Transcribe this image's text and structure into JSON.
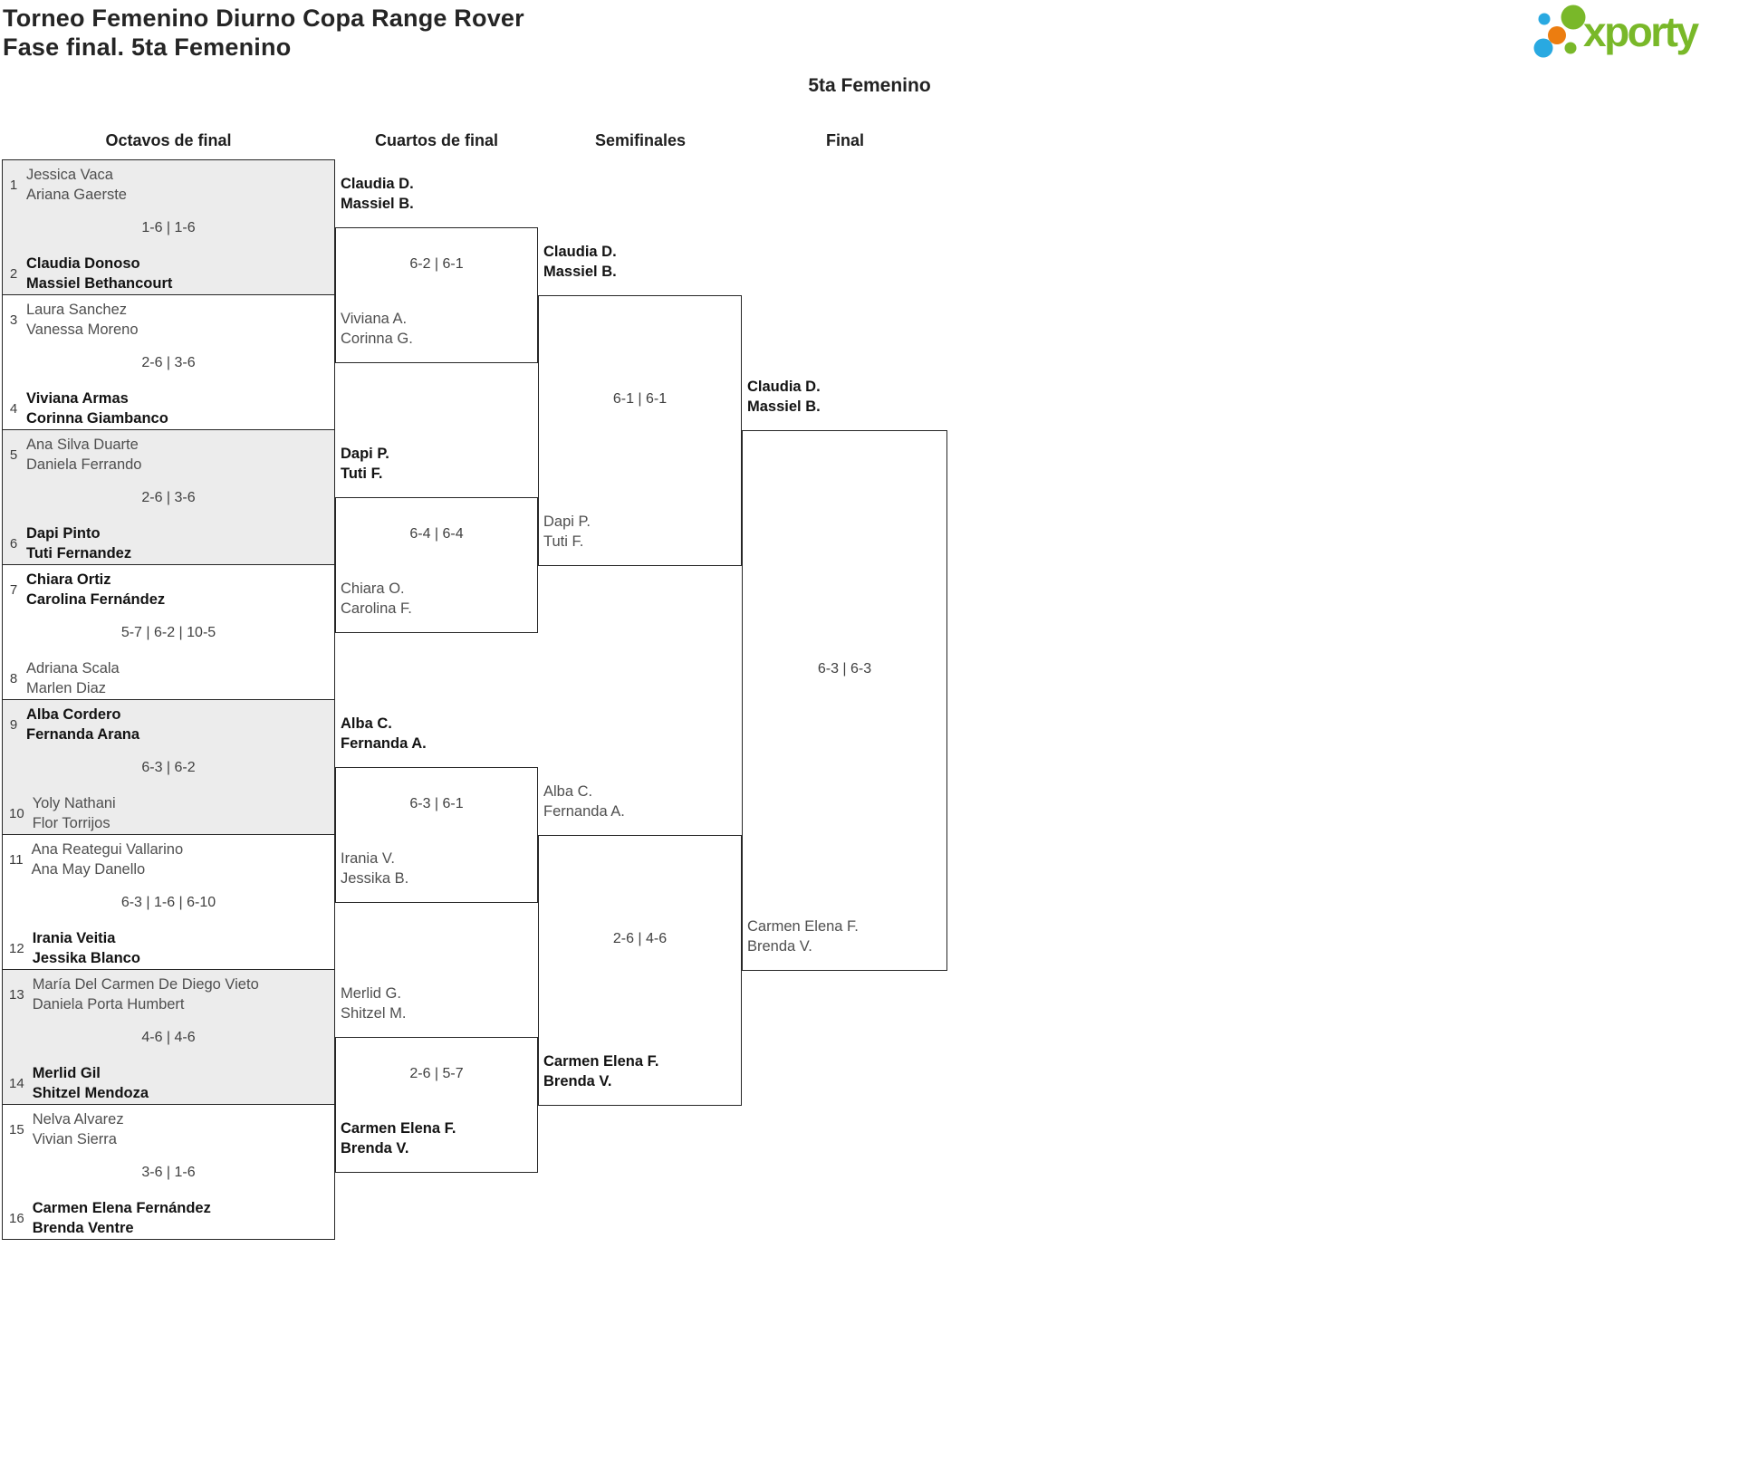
{
  "page": {
    "title_line1": "Torneo Femenino Diurno Copa Range Rover",
    "title_line2": "Fase final. 5ta Femenino",
    "category_title": "5ta Femenino"
  },
  "logo": {
    "text": "xporty",
    "green": "#79b829",
    "blue": "#29a9e1",
    "orange": "#ec7d10"
  },
  "colors": {
    "border": "#262626",
    "shaded_box": "#ececec",
    "winner_text": "#131313",
    "loser_text": "#4f4f4f",
    "score_text": "#3f3f3f",
    "seed_text": "#3c3c3c"
  },
  "round_headers": [
    "Octavos de final",
    "Cuartos de final",
    "Semifinales",
    "Final"
  ],
  "bracket": {
    "round_of_16": [
      {
        "score": "1-6 | 1-6",
        "shaded": true,
        "top": {
          "seed": "1",
          "lines": [
            "Jessica Vaca",
            "Ariana Gaerste"
          ],
          "winner": false
        },
        "bottom": {
          "seed": "2",
          "lines": [
            "Claudia Donoso",
            "Massiel Bethancourt"
          ],
          "winner": true
        }
      },
      {
        "score": "2-6 | 3-6",
        "shaded": false,
        "top": {
          "seed": "3",
          "lines": [
            "Laura Sanchez",
            "Vanessa Moreno"
          ],
          "winner": false
        },
        "bottom": {
          "seed": "4",
          "lines": [
            "Viviana Armas",
            "Corinna Giambanco"
          ],
          "winner": true
        }
      },
      {
        "score": "2-6 | 3-6",
        "shaded": true,
        "top": {
          "seed": "5",
          "lines": [
            "Ana Silva Duarte",
            "Daniela Ferrando"
          ],
          "winner": false
        },
        "bottom": {
          "seed": "6",
          "lines": [
            "Dapi Pinto",
            "Tuti Fernandez"
          ],
          "winner": true
        }
      },
      {
        "score": "5-7 | 6-2 | 10-5",
        "shaded": false,
        "top": {
          "seed": "7",
          "lines": [
            "Chiara Ortiz",
            "Carolina Fernández"
          ],
          "winner": true
        },
        "bottom": {
          "seed": "8",
          "lines": [
            "Adriana Scala",
            "Marlen Diaz"
          ],
          "winner": false
        }
      },
      {
        "score": "6-3 | 6-2",
        "shaded": true,
        "top": {
          "seed": "9",
          "lines": [
            "Alba Cordero",
            "Fernanda Arana"
          ],
          "winner": true
        },
        "bottom": {
          "seed": "10",
          "lines": [
            "Yoly Nathani",
            "Flor Torrijos"
          ],
          "winner": false
        }
      },
      {
        "score": "6-3 | 1-6 | 6-10",
        "shaded": false,
        "top": {
          "seed": "11",
          "lines": [
            "Ana Reategui Vallarino",
            "Ana May Danello"
          ],
          "winner": false
        },
        "bottom": {
          "seed": "12",
          "lines": [
            "Irania Veitia",
            "Jessika Blanco"
          ],
          "winner": true
        }
      },
      {
        "score": "4-6 | 4-6",
        "shaded": true,
        "top": {
          "seed": "13",
          "lines": [
            "María Del Carmen De Diego Vieto",
            "Daniela Porta Humbert"
          ],
          "winner": false
        },
        "bottom": {
          "seed": "14",
          "lines": [
            "Merlid Gil",
            "Shitzel Mendoza"
          ],
          "winner": true
        }
      },
      {
        "score": "3-6 | 1-6",
        "shaded": false,
        "top": {
          "seed": "15",
          "lines": [
            "Nelva Alvarez",
            "Vivian Sierra"
          ],
          "winner": false
        },
        "bottom": {
          "seed": "16",
          "lines": [
            "Carmen Elena Fernández",
            "Brenda Ventre"
          ],
          "winner": true
        }
      }
    ],
    "quarterfinals": [
      {
        "score": "6-2 | 6-1",
        "top": {
          "lines": [
            "Claudia D.",
            "Massiel B."
          ],
          "winner": true
        },
        "bottom": {
          "lines": [
            "Viviana A.",
            "Corinna G."
          ],
          "winner": false
        }
      },
      {
        "score": "6-4 | 6-4",
        "top": {
          "lines": [
            "Dapi P.",
            "Tuti F."
          ],
          "winner": true
        },
        "bottom": {
          "lines": [
            "Chiara O.",
            "Carolina F."
          ],
          "winner": false
        }
      },
      {
        "score": "6-3 | 6-1",
        "top": {
          "lines": [
            "Alba C.",
            "Fernanda A."
          ],
          "winner": true
        },
        "bottom": {
          "lines": [
            "Irania V.",
            "Jessika B."
          ],
          "winner": false
        }
      },
      {
        "score": "2-6 | 5-7",
        "top": {
          "lines": [
            "Merlid G.",
            "Shitzel M."
          ],
          "winner": false
        },
        "bottom": {
          "lines": [
            "Carmen Elena F.",
            "Brenda V."
          ],
          "winner": true
        }
      }
    ],
    "semifinals": [
      {
        "score": "6-1 | 6-1",
        "top": {
          "lines": [
            "Claudia D.",
            "Massiel B."
          ],
          "winner": true
        },
        "bottom": {
          "lines": [
            "Dapi P.",
            "Tuti F."
          ],
          "winner": false
        }
      },
      {
        "score": "2-6 | 4-6",
        "top": {
          "lines": [
            "Alba C.",
            "Fernanda A."
          ],
          "winner": false
        },
        "bottom": {
          "lines": [
            "Carmen Elena F.",
            "Brenda V."
          ],
          "winner": true
        }
      }
    ],
    "final": [
      {
        "score": "6-3 | 6-3",
        "top": {
          "lines": [
            "Claudia D.",
            "Massiel B."
          ],
          "winner": true
        },
        "bottom": {
          "lines": [
            "Carmen Elena F.",
            "Brenda V."
          ],
          "winner": false
        }
      }
    ]
  }
}
